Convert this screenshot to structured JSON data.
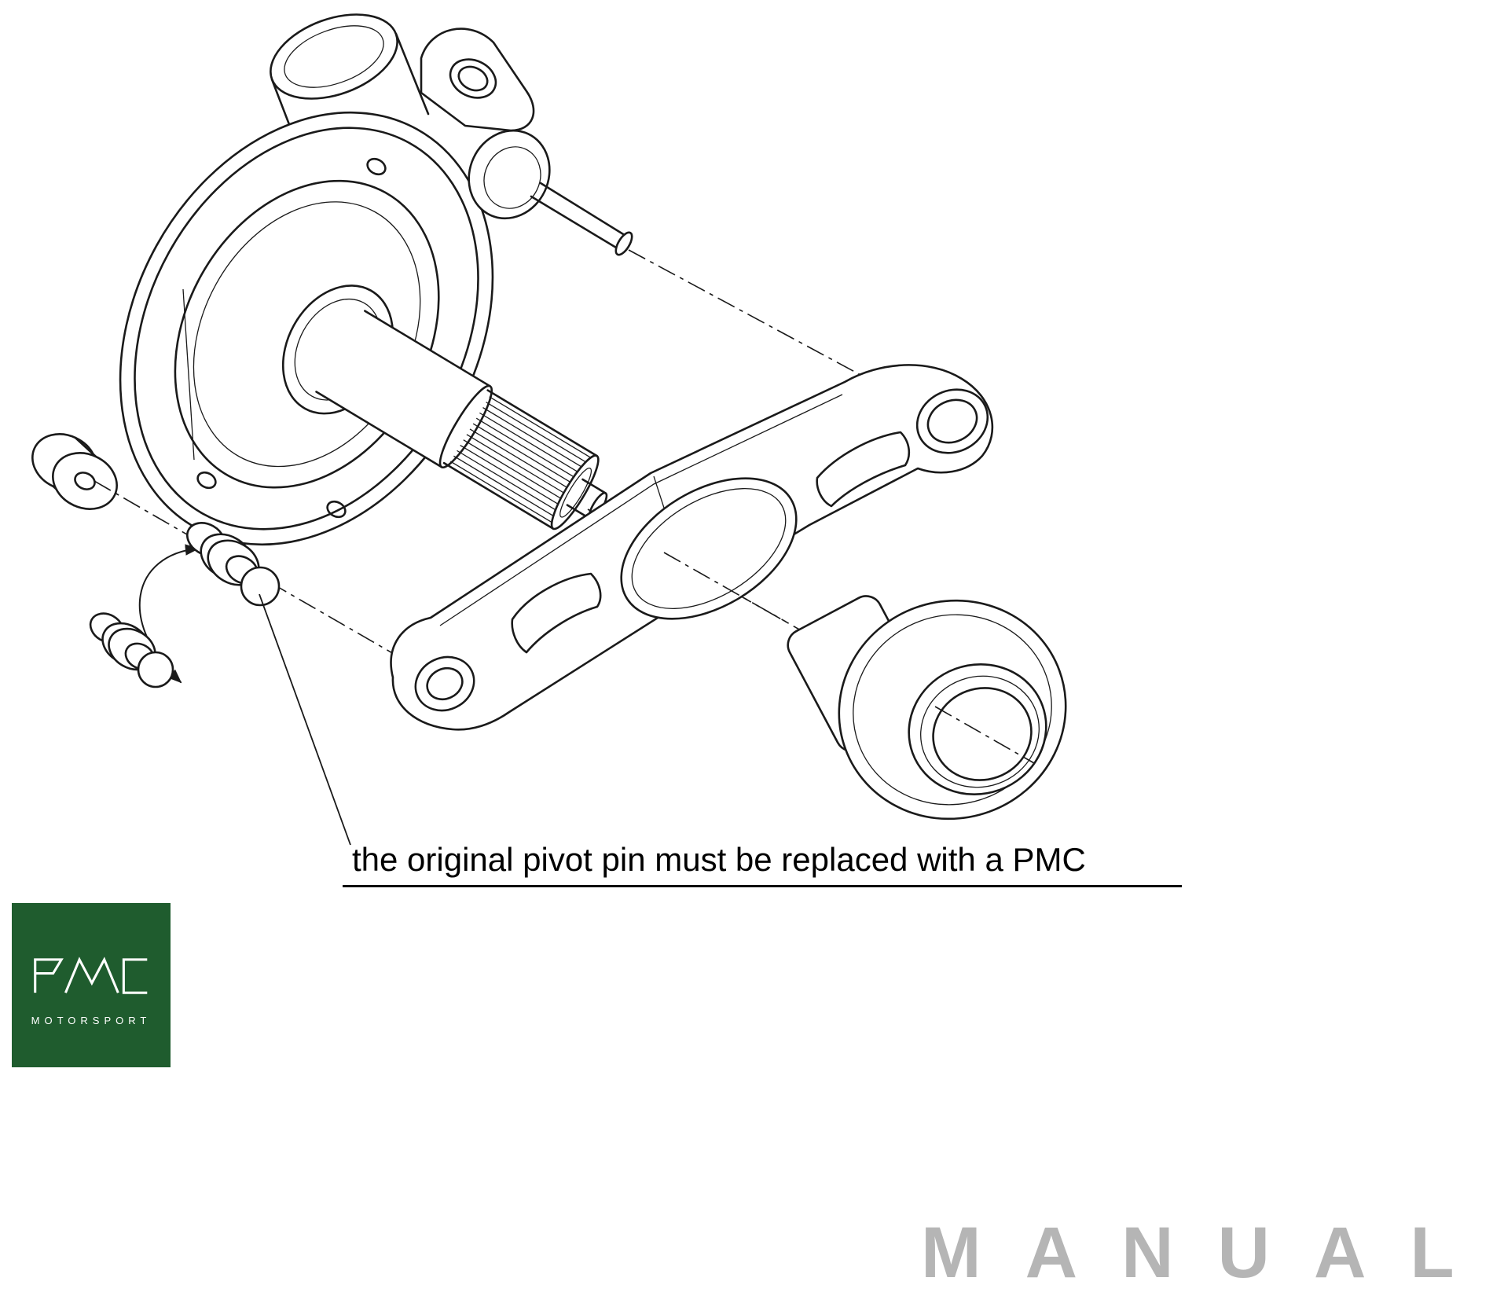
{
  "page": {
    "background": "#ffffff"
  },
  "annotation": {
    "text": "the original pivot pin must be replaced with a PMC"
  },
  "watermark": {
    "text": "MANUAL",
    "color": "#b5b5b5"
  },
  "logo": {
    "brand": "PMC",
    "subtitle": "MOTORSPORT",
    "background": "#1f5c2e",
    "foreground": "#ffffff"
  },
  "diagram": {
    "line_color": "#1a1a1a",
    "parts": [
      "front-cover-with-guide-tube",
      "mounting-lug",
      "pivot-shaft-with-pushrod",
      "input-shaft-splined",
      "spacer-bushing",
      "pivot-pin-pmc",
      "pivot-pin-original",
      "swap-arrows",
      "clutch-release-fork",
      "clutch-release-bearing",
      "center-lines"
    ]
  }
}
